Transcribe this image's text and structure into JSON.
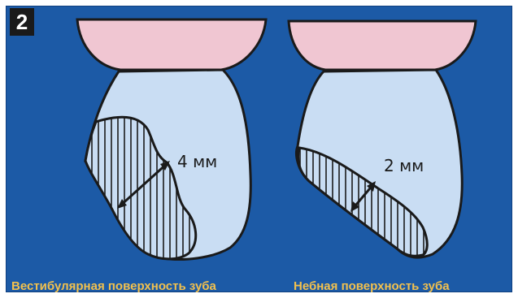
{
  "figure_number": "2",
  "left_panel": {
    "caption": "Вестибулярная поверхность зуба",
    "measurement": "4 мм"
  },
  "right_panel": {
    "caption": "Небная поверхность зуба",
    "measurement": "2 мм"
  },
  "colors": {
    "background": "#1c5aa6",
    "crown": "#f0c6d2",
    "root": "#c9ddf3",
    "outline": "#1a1a1a",
    "caption": "#f2c14e"
  }
}
